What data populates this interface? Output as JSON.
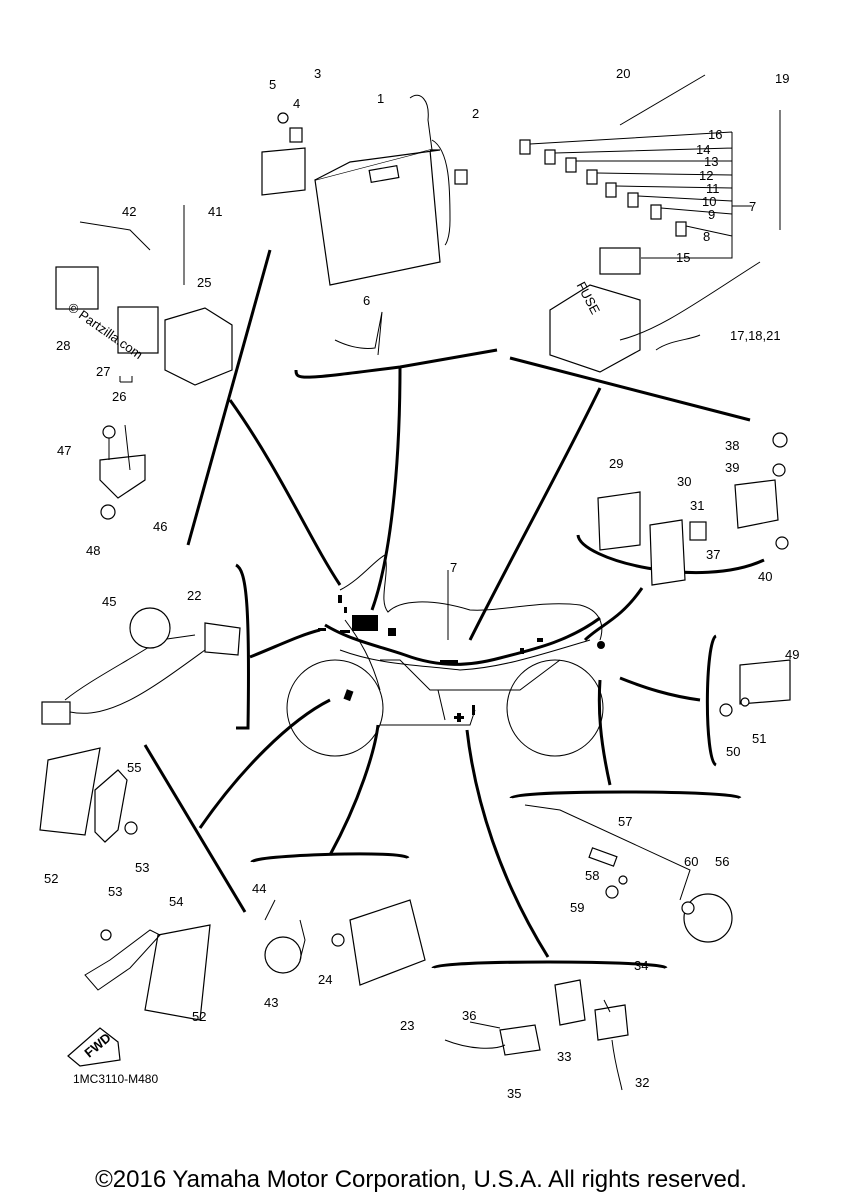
{
  "drawing_code": "1MC3110-M480",
  "copyright": "©2016 Yamaha Motor Corporation, U.S.A. All rights reserved.",
  "watermark": "© Partzilla.com",
  "fwd_label": "FWD",
  "fuse_label": "FUSE",
  "callouts": [
    "1",
    "2",
    "3",
    "4",
    "5",
    "6",
    "7",
    "7",
    "8",
    "9",
    "10",
    "11",
    "12",
    "13",
    "14",
    "15",
    "16",
    "17,18,21",
    "19",
    "20",
    "22",
    "23",
    "24",
    "25",
    "26",
    "27",
    "28",
    "29",
    "30",
    "31",
    "32",
    "33",
    "34",
    "35",
    "36",
    "37",
    "38",
    "39",
    "40",
    "41",
    "42",
    "43",
    "44",
    "45",
    "46",
    "47",
    "48",
    "49",
    "50",
    "51",
    "52",
    "52",
    "53",
    "53",
    "54",
    "55",
    "56",
    "57",
    "58",
    "59",
    "60"
  ]
}
